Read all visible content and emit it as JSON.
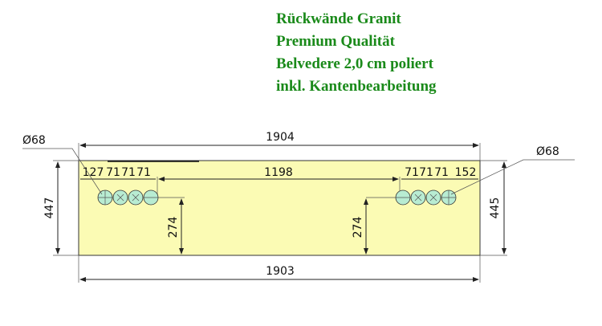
{
  "title_lines": [
    "Rückwände Granit",
    "Premium Qualität",
    "Belvedere 2,0 cm poliert",
    "inkl. Kantenbearbeitung"
  ],
  "dimensions": {
    "top_length": "1904",
    "bottom_length": "1903",
    "left_height": "447",
    "right_height": "445",
    "center_gap": "1198",
    "left_cutout_height": "274",
    "right_cutout_height": "274",
    "left_hole_diameter": "Ø68",
    "right_hole_diameter": "Ø68",
    "left_offsets": [
      "127",
      "71",
      "71",
      "71"
    ],
    "right_offsets": [
      "71",
      "71",
      "71",
      "152"
    ]
  },
  "colors": {
    "panel_fill": "#fbfbb4",
    "hole_fill": "#b8ecd2",
    "title_color": "#1a8a1a"
  }
}
